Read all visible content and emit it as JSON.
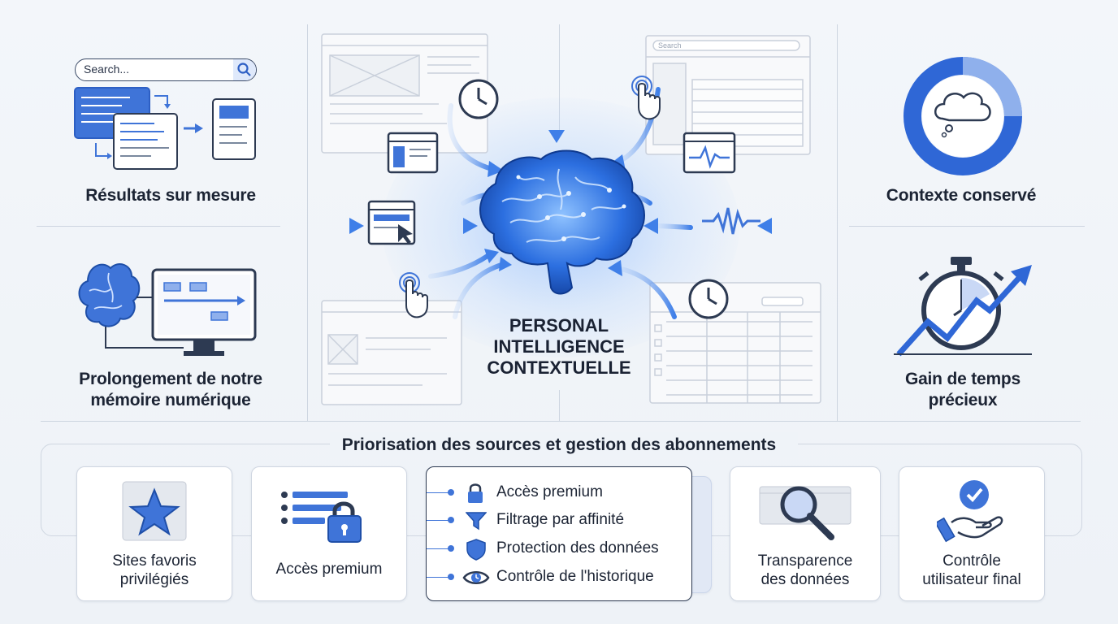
{
  "center": {
    "line1": "PERSONAL",
    "line2": "INTELLIGENCE",
    "line3": "CONTEXTUELLE"
  },
  "features": {
    "tailored_results": "Résultats sur mesure",
    "context_kept": "Contexte conservé",
    "memory_extension_line1": "Prolongement de notre",
    "memory_extension_line2": "mémoire numérique",
    "time_gain_line1": "Gain de temps",
    "time_gain_line2": "précieux"
  },
  "search": {
    "placeholder": "Search...",
    "mini_placeholder": "Search"
  },
  "bottom": {
    "title": "Priorisation des sources et gestion des abonnements",
    "cards": {
      "favorites_line1": "Sites favoris",
      "favorites_line2": "privilégiés",
      "premium": "Accès premium",
      "transparency_line1": "Transparence",
      "transparency_line2": "des données",
      "control_line1": "Contrôle",
      "control_line2": "utilisateur final"
    },
    "list": [
      {
        "label": "Accès premium",
        "icon": "lock-icon"
      },
      {
        "label": "Filtrage par affinité",
        "icon": "filter-icon"
      },
      {
        "label": "Protection des données",
        "icon": "shield-icon"
      },
      {
        "label": "Contrôle de l'historique",
        "icon": "eye-icon"
      }
    ]
  },
  "colors": {
    "accent": "#3f74d8",
    "dark": "#2d3a52",
    "line": "#cdd5e0",
    "glow": "#7fb0ff"
  }
}
